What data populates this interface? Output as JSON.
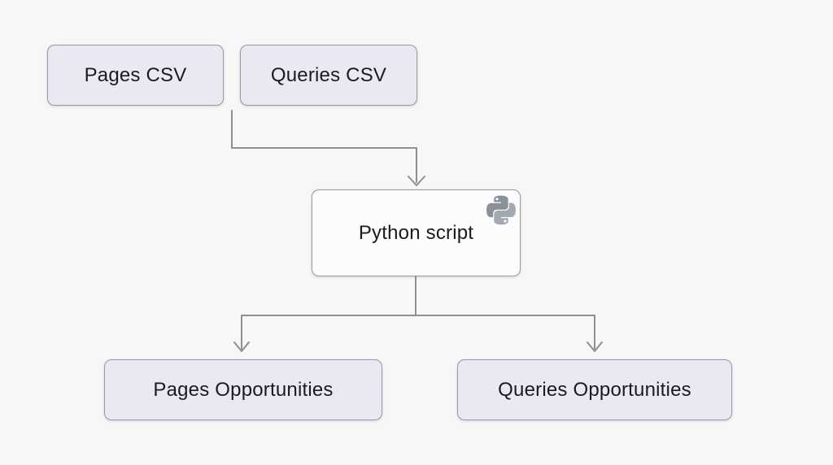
{
  "diagram": {
    "nodes": [
      {
        "id": "pages-csv",
        "label": "Pages CSV"
      },
      {
        "id": "queries-csv",
        "label": "Queries CSV"
      },
      {
        "id": "python-script",
        "label": "Python script",
        "icon": "python-icon"
      },
      {
        "id": "pages-opportunities",
        "label": "Pages Opportunities"
      },
      {
        "id": "queries-opportunities",
        "label": "Queries Opportunities"
      }
    ],
    "edges": [
      {
        "from": [
          "pages-csv",
          "queries-csv"
        ],
        "to": "python-script"
      },
      {
        "from": [
          "python-script"
        ],
        "to": "pages-opportunities"
      },
      {
        "from": [
          "python-script"
        ],
        "to": "queries-opportunities"
      }
    ]
  },
  "colors": {
    "background": "#f7f7f8",
    "node_fill": "#e9e9f1",
    "node_fill_light": "#fcfcfd",
    "node_border": "#9b9ba3",
    "connector": "#8e8e94",
    "text": "#1b1b1f",
    "python_icon_dark": "#8b9199",
    "python_icon_light": "#a2a9b1"
  }
}
